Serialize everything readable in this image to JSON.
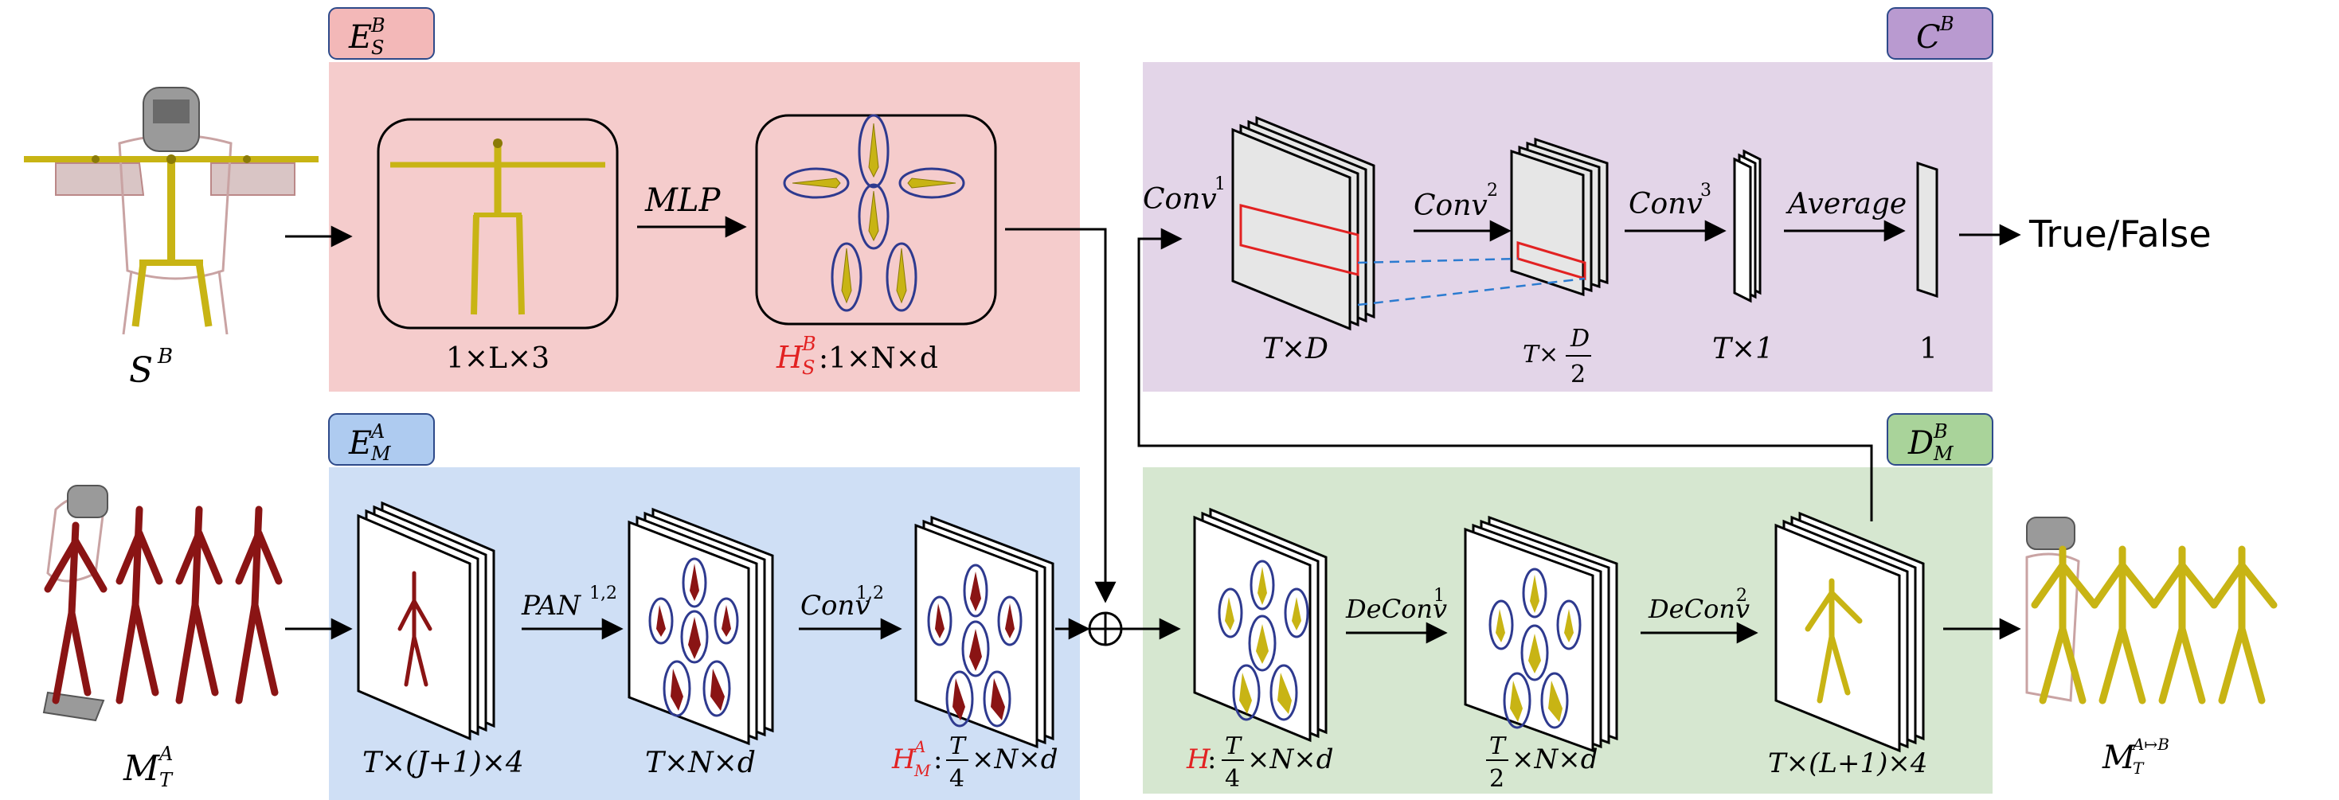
{
  "colors": {
    "encoder_shape_panel": "#f5cccc",
    "encoder_motion_panel": "#cfdff5",
    "classifier_panel": "#e3d5e8",
    "decoder_panel": "#d6e7d0",
    "badge_red": "#f3b8b8",
    "badge_blue": "#aecbf0",
    "badge_purple": "#b99ad0",
    "badge_green": "#a9d39a",
    "skeleton_yellow": "#c8b414",
    "skeleton_red": "#8a1414",
    "highlight_red": "#e22222",
    "ellipse_blue": "#2e3a8f",
    "dash_blue": "#2b7bd0"
  },
  "labels": {
    "badge_encoder_shape": {
      "main": "E",
      "sup": "B",
      "sub": "S"
    },
    "badge_encoder_motion": {
      "main": "E",
      "sup": "A",
      "sub": "M"
    },
    "badge_classifier": {
      "main": "C",
      "sup": "B"
    },
    "badge_decoder": {
      "main": "D",
      "sup": "B",
      "sub": "M"
    },
    "input_shape": {
      "main": "S",
      "sup": "B"
    },
    "input_motion": {
      "main": "M",
      "sup": "A",
      "sub": "T"
    },
    "output_motion": {
      "main": "M",
      "sup": "A↦B",
      "sub": "T"
    },
    "shape_dims": "1×L×3",
    "mlp": "MLP",
    "shape_feature": {
      "main": "H",
      "sup": "B",
      "sub": "S",
      "tail": ":1×N×d"
    },
    "motion_input_dims": "T×(J+1)×4",
    "pan": {
      "main": "PAN",
      "sup": "1,2"
    },
    "pan_dims": "T×N×d",
    "conv12": {
      "main": "Conv",
      "sup": "1,2"
    },
    "motion_feature": {
      "main": "H",
      "sup": "A",
      "sub": "M",
      "tail": "×N×d",
      "frac_num": "T",
      "frac_den": "4"
    },
    "fused_feature": {
      "main": "H",
      "tail": "×N×d",
      "frac_num": "T",
      "frac_den": "4"
    },
    "deconv1": {
      "main": "DeConv",
      "sup": "1"
    },
    "deconv1_dims": {
      "tail": "×N×d",
      "frac_num": "T",
      "frac_den": "2"
    },
    "deconv2": {
      "main": "DeConv",
      "sup": "2"
    },
    "output_dims": "T×(L+1)×4",
    "conv1": {
      "main": "Conv",
      "sup": "1"
    },
    "conv1_dims": "T×D",
    "conv2": {
      "main": "Conv",
      "sup": "2"
    },
    "conv2_dims": {
      "lead": "T×",
      "frac_num": "D",
      "frac_den": "2"
    },
    "conv3": {
      "main": "Conv",
      "sup": "3"
    },
    "conv3_dims": "T×1",
    "average": "Average",
    "average_dims": "1",
    "output_text": "True/False"
  }
}
